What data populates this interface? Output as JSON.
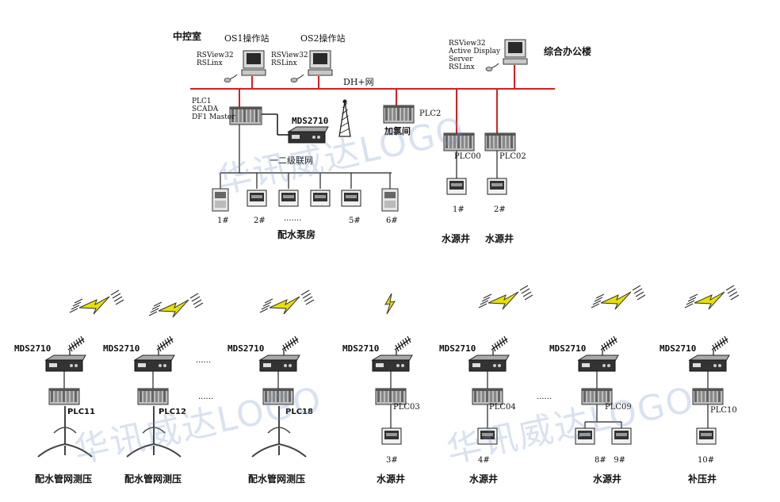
{
  "top": {
    "control_room": "中控室",
    "os1": "OS1操作站",
    "os2": "OS2操作站",
    "os1_sw": "RSView32\nRSLinx",
    "os2_sw": "RSView32\nRSLinx",
    "office_sw": "RSView32\nActive Display\nServer\nRSLinx",
    "office": "综合办公楼",
    "network": "DH+网",
    "plc1": "PLC1\nSCADA\nDF1 Master",
    "mds_top": "MDS2710",
    "plc2": "PLC2",
    "chlorine": "加氯间",
    "local_net": "一二级联网",
    "plc00": "PLC00",
    "plc02": "PLC02",
    "pump_nums": [
      "1#",
      "2#",
      "·······",
      "5#",
      "6#"
    ],
    "pump_room": "配水泵房",
    "well_nums": [
      "1#",
      "2#"
    ],
    "wells": [
      "水源井",
      "水源井"
    ]
  },
  "bottom": {
    "stations": [
      {
        "mds": "MDS2710",
        "plc": "PLC11",
        "num": "",
        "caption": "配水管网测压"
      },
      {
        "mds": "MDS2710",
        "plc": "PLC12",
        "num": "",
        "caption": "配水管网测压"
      },
      {
        "mds": "MDS2710",
        "plc": "PLC18",
        "num": "",
        "caption": "配水管网测压"
      },
      {
        "mds": "MDS2710",
        "plc": "PLC03",
        "num": "3#",
        "caption": "水源井"
      },
      {
        "mds": "MDS2710",
        "plc": "PLC04",
        "num": "4#",
        "caption": "水源井"
      },
      {
        "mds": "MDS2710",
        "plc": "PLC09",
        "num": "8#   9#",
        "caption": "水源井"
      },
      {
        "mds": "MDS2710",
        "plc": "PLC10",
        "num": "10#",
        "caption": "补压井"
      }
    ],
    "dots": "······"
  },
  "watermark": "华讯威达LOGO",
  "colors": {
    "red_bus": "#d42020",
    "lightning": "#e8e000",
    "line": "#222222"
  }
}
